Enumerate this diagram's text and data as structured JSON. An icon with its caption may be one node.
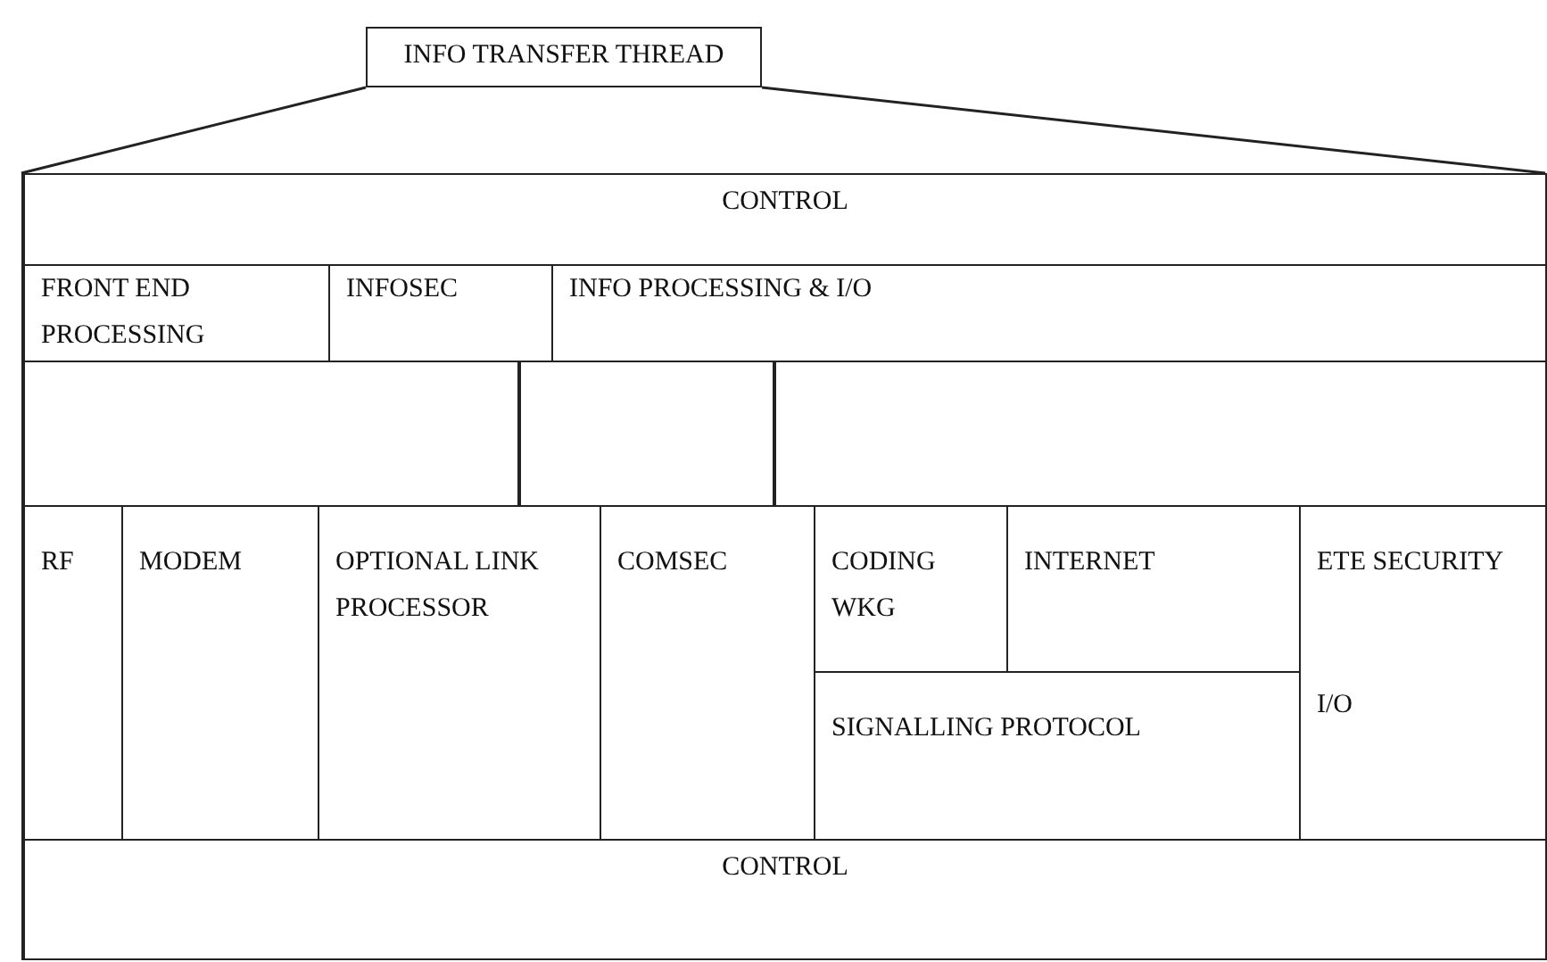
{
  "diagram": {
    "nodes": [
      {
        "text": [
          "INFO TRANSFER THREAD"
        ]
      },
      {
        "text": [],
        "shape": "box"
      },
      {
        "text": [
          "CONTROL"
        ],
        "in": 1
      },
      {
        "text": [
          "FRONT END PROCESSING"
        ],
        "in": 1
      },
      {
        "text": [
          "INFOSEC"
        ],
        "in": 1
      },
      {
        "text": [
          "INFO PROCESSING & I/O"
        ],
        "in": 1
      },
      {
        "text": [],
        "shape": "box",
        "in": 1
      },
      {
        "text": [],
        "shape": "box",
        "in": 1
      },
      {
        "text": [],
        "shape": "box",
        "in": 1
      },
      {
        "text": [
          "RF"
        ],
        "in": 1
      },
      {
        "text": [
          "MODEM"
        ],
        "in": 1
      },
      {
        "text": [
          "OPTIONAL LINK PROCESSOR"
        ],
        "in": 1
      },
      {
        "text": [
          "COMSEC"
        ],
        "in": 1
      },
      {
        "text": [
          "CODING WKG"
        ],
        "in": 1
      },
      {
        "text": [
          "INTERNET"
        ],
        "in": 1
      },
      {
        "text": [
          "ETE SECURITY",
          "I/O"
        ],
        "in": 1
      },
      {
        "text": [
          "SIGNALLING PROTOCOL"
        ],
        "in": 1
      },
      {
        "text": [
          "CONTROL"
        ],
        "in": 1
      }
    ],
    "edges": [
      {
        "from": 0,
        "to": 1,
        "arrow": "none"
      },
      {
        "from": 0,
        "to": 1,
        "arrow": "none"
      }
    ]
  }
}
